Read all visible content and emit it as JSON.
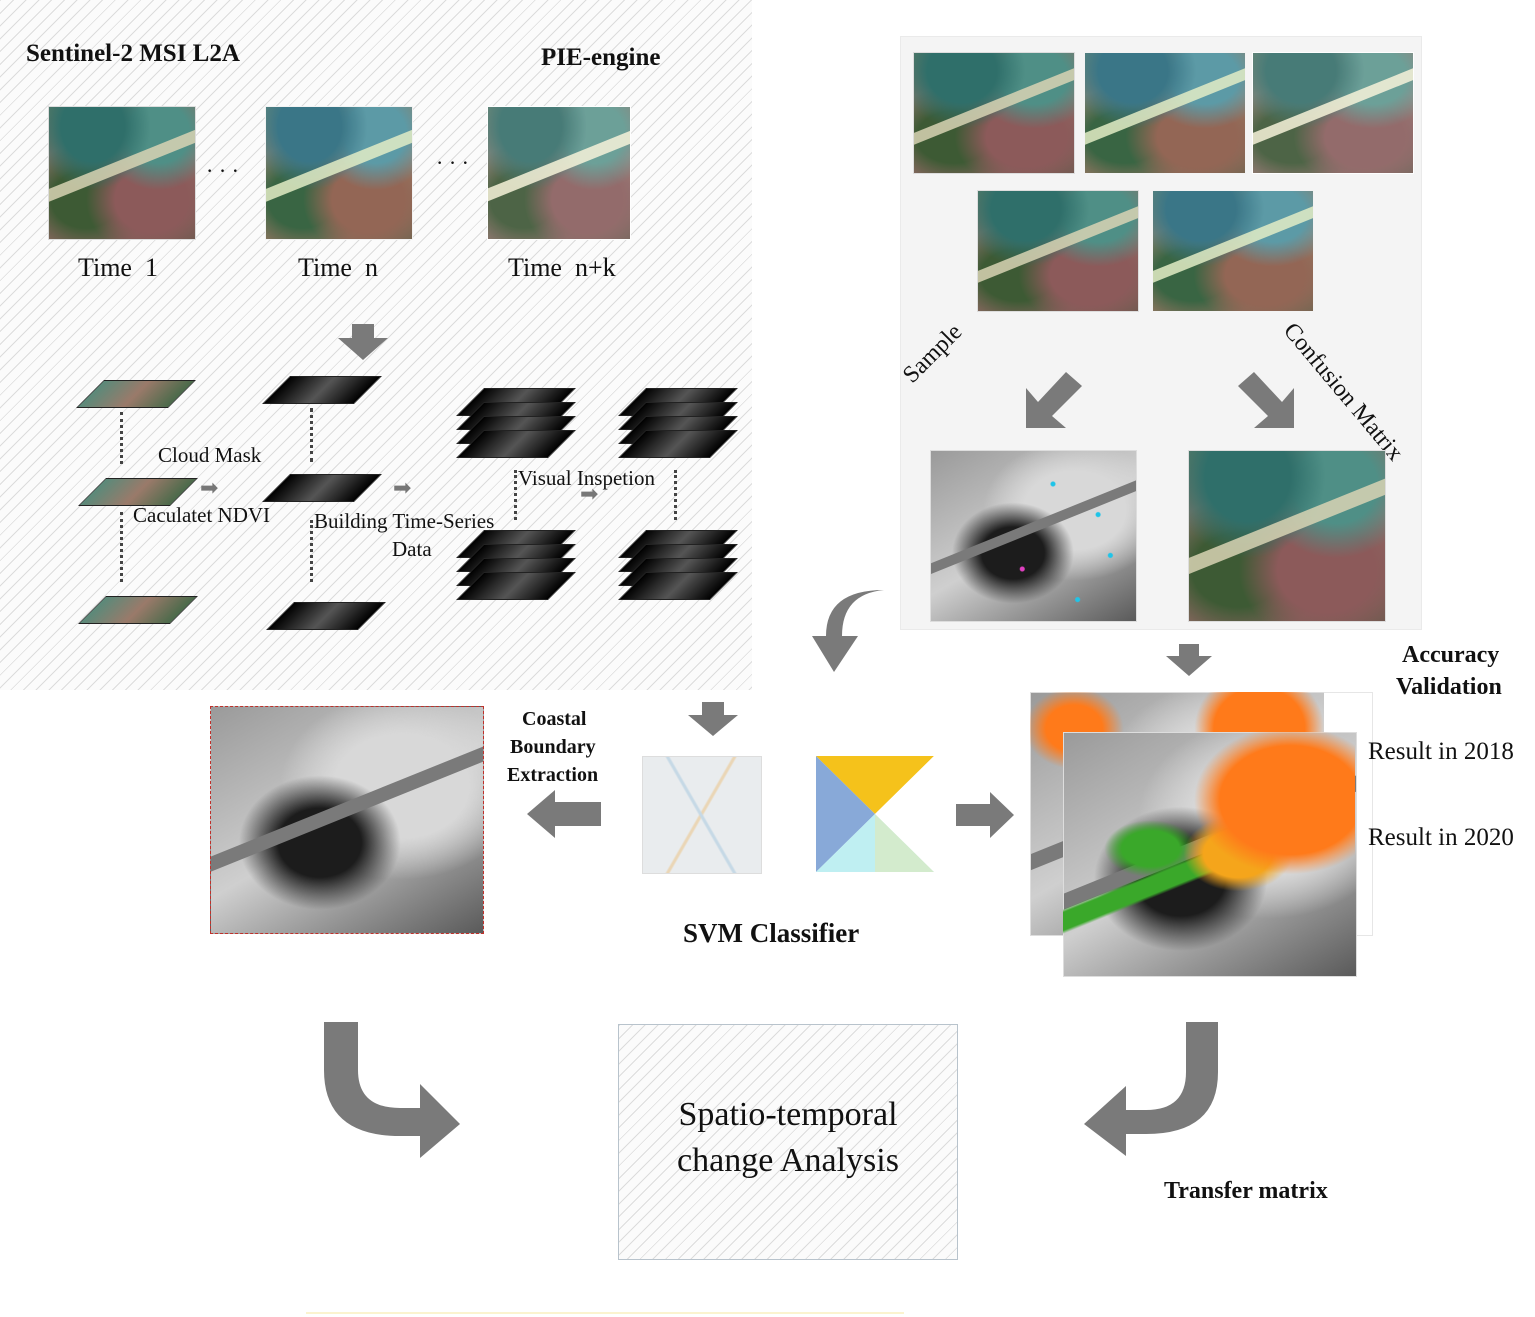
{
  "left_panel": {
    "source_title": "Sentinel-2 MSI L2A",
    "engine_title": "PIE-engine",
    "time_labels": [
      "Time  1",
      "Time  n",
      "Time  n+k"
    ],
    "ellipsis": "· · ·",
    "steps": {
      "cloud_mask": "Cloud Mask",
      "calc_ndvi": "Caculatet NDVI",
      "time_series_line1": "Building Time-Series",
      "time_series_line2": "Data",
      "visual": "Visual Inspetion"
    }
  },
  "right_panel": {
    "sample_label": "Sample",
    "confusion_label": "Confusion Matrix",
    "accuracy_line1": "Accuracy",
    "accuracy_line2": "Validation",
    "result_2018": "Result in 2018",
    "result_2020": "Result in 2020"
  },
  "middle": {
    "coastal_line1": "Coastal",
    "coastal_line2": "Boundary",
    "coastal_line3": "Extraction",
    "svm_label": "SVM Classifier"
  },
  "bottom": {
    "analysis_line1": "Spatio-temporal",
    "analysis_line2": "change Analysis",
    "transfer_label": "Transfer matrix"
  },
  "colors": {
    "arrow": "#7a7a7a",
    "svm_yellow": "#f5c21b",
    "svm_blue": "#88a9d8",
    "svm_cyan": "#bfeff2",
    "svm_green": "#d3ebcd",
    "class_orange": "#ff7a1a",
    "class_green": "#3aa82a",
    "boundary_red": "#c0302a"
  }
}
